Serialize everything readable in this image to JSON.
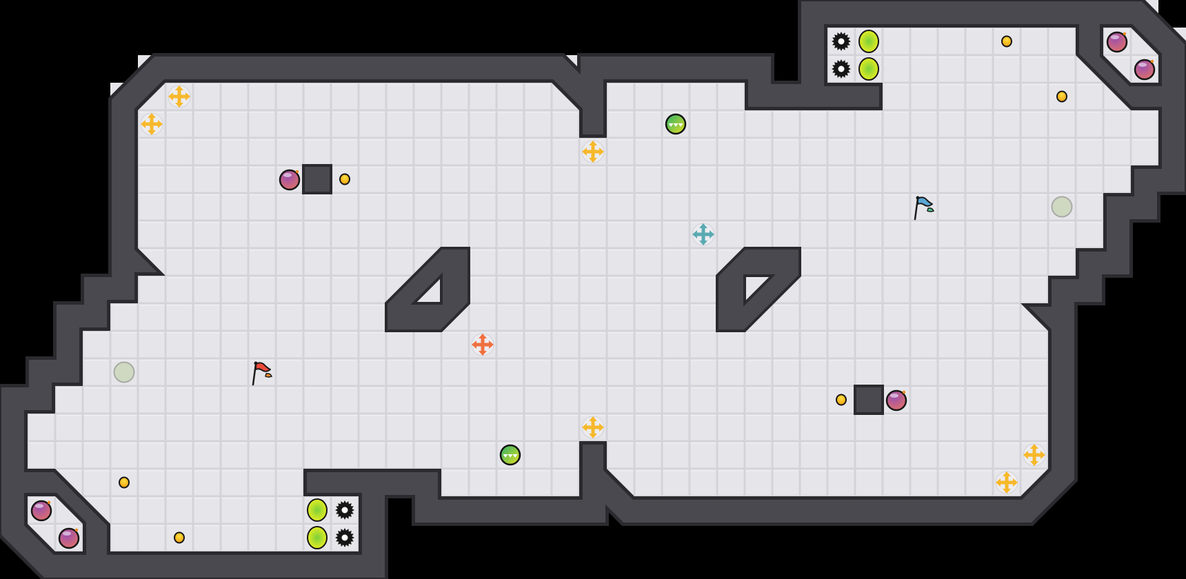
{
  "game": {
    "grid": {
      "cols": 43,
      "rows": 21
    },
    "colors": {
      "background": "#000000",
      "wall": "#4a494f",
      "wall_edge": "#2b2a2f",
      "floor": "#e6e6ea",
      "floor_line": "#d3d3d9"
    },
    "blocks": [
      {
        "type": "wall-block",
        "cell": [
          11,
          6
        ]
      },
      {
        "type": "wall-block",
        "cell": [
          31,
          14
        ]
      }
    ],
    "move_pads": [
      {
        "color": "#f7b82a",
        "cell": [
          6,
          3
        ]
      },
      {
        "color": "#f7b82a",
        "cell": [
          5,
          4
        ]
      },
      {
        "color": "#f7b82a",
        "cell": [
          21,
          5
        ]
      },
      {
        "color": "#f7b82a",
        "cell": [
          21,
          15
        ]
      },
      {
        "color": "#f7b82a",
        "cell": [
          37,
          16
        ]
      },
      {
        "color": "#f7b82a",
        "cell": [
          36,
          17
        ]
      },
      {
        "color": "#5aaab2",
        "cell": [
          25,
          8
        ]
      },
      {
        "color": "#f07040",
        "cell": [
          17,
          12
        ]
      }
    ],
    "bombs": [
      {
        "cell": [
          10,
          6
        ]
      },
      {
        "cell": [
          32,
          14
        ]
      },
      {
        "cell": [
          40,
          1
        ]
      },
      {
        "cell": [
          41,
          2
        ]
      },
      {
        "cell": [
          1,
          18
        ]
      },
      {
        "cell": [
          2,
          19
        ]
      }
    ],
    "coins": [
      {
        "cell": [
          12,
          6
        ]
      },
      {
        "cell": [
          36,
          1
        ]
      },
      {
        "cell": [
          38,
          3
        ]
      },
      {
        "cell": [
          30,
          14
        ]
      },
      {
        "cell": [
          4,
          17
        ]
      },
      {
        "cell": [
          6,
          19
        ]
      }
    ],
    "spike_balls": [
      {
        "cell": [
          24,
          4
        ]
      },
      {
        "cell": [
          18,
          16
        ]
      }
    ],
    "buttons": [
      {
        "cell": [
          31,
          1
        ]
      },
      {
        "cell": [
          31,
          2
        ]
      },
      {
        "cell": [
          11,
          18
        ]
      },
      {
        "cell": [
          11,
          19
        ]
      }
    ],
    "gears": [
      {
        "cell": [
          30,
          1
        ]
      },
      {
        "cell": [
          30,
          2
        ]
      },
      {
        "cell": [
          12,
          18
        ]
      },
      {
        "cell": [
          12,
          19
        ]
      }
    ],
    "pressure_plates": [
      {
        "cell": [
          38,
          7
        ]
      },
      {
        "cell": [
          4,
          13
        ]
      }
    ],
    "flags": [
      {
        "team": "red",
        "color": "#ee4a3a",
        "tail": "#f08a30",
        "cell": [
          9,
          13
        ]
      },
      {
        "team": "blue",
        "color": "#5aa6d6",
        "tail": "#4cc08a",
        "cell": [
          33,
          7
        ]
      }
    ]
  }
}
